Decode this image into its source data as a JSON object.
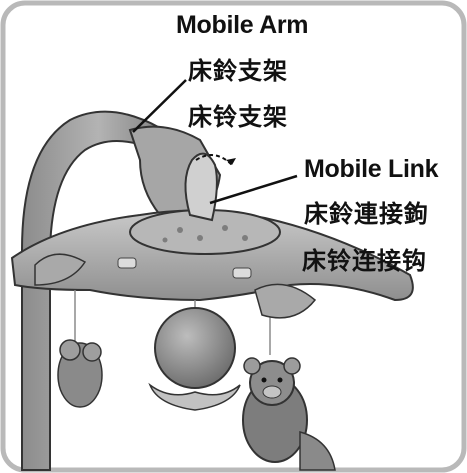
{
  "callouts": {
    "mobile_arm": {
      "english": "Mobile Arm",
      "chinese_traditional": "床鈴支架",
      "chinese_simplified": "床铃支架"
    },
    "mobile_link": {
      "english": "Mobile Link",
      "chinese_traditional": "床鈴連接鉤",
      "chinese_simplified": "床铃连接钩"
    }
  },
  "colors": {
    "frame": "#b9b9b9",
    "body_fill": "#9a9a9a",
    "body_light": "#c4c4c4",
    "body_dark": "#6f6f6f",
    "outline": "#333333"
  }
}
